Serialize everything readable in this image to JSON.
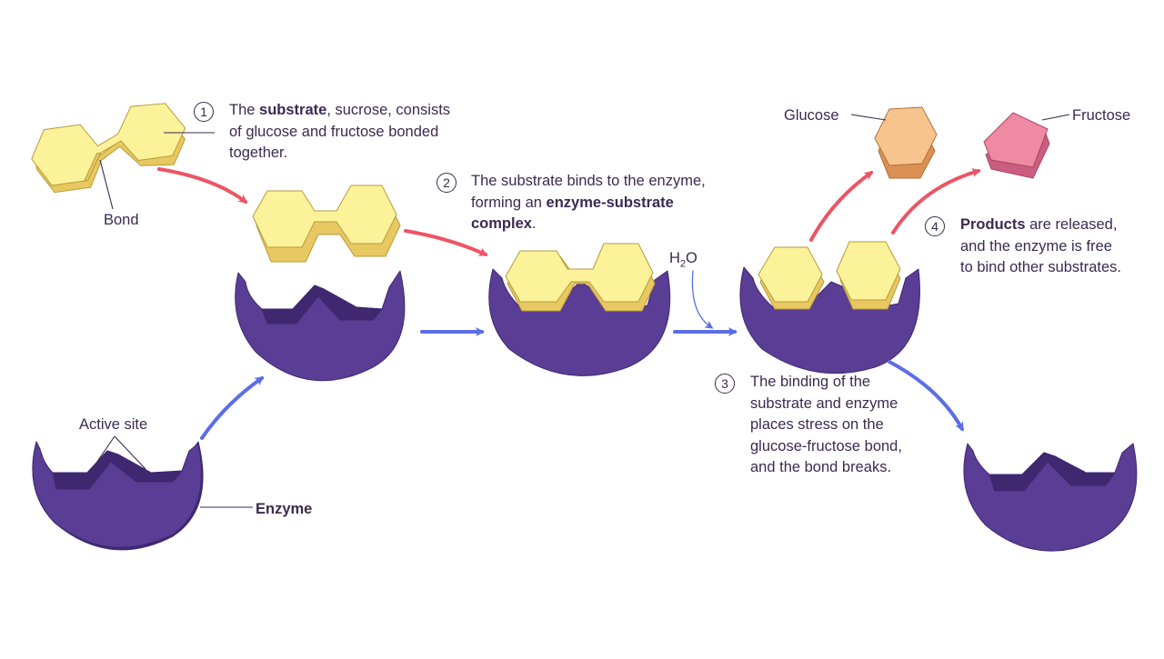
{
  "labels": {
    "bond": "Bond",
    "active_site": "Active site",
    "enzyme": "Enzyme",
    "glucose": "Glucose",
    "fructose": "Fructose",
    "water_h": "H",
    "water_sub": "2",
    "water_o": "O"
  },
  "steps": [
    {
      "number": "1",
      "lines": [
        {
          "parts": [
            {
              "t": "The "
            },
            {
              "t": "substrate",
              "b": true
            },
            {
              "t": ", sucrose, consists"
            }
          ]
        },
        {
          "parts": [
            {
              "t": "of glucose and fructose bonded"
            }
          ]
        },
        {
          "parts": [
            {
              "t": "together."
            }
          ]
        }
      ]
    },
    {
      "number": "2",
      "lines": [
        {
          "parts": [
            {
              "t": "The substrate binds to the enzyme,"
            }
          ]
        },
        {
          "parts": [
            {
              "t": "forming an "
            },
            {
              "t": "enzyme-substrate",
              "b": true
            }
          ]
        },
        {
          "parts": [
            {
              "t": "complex",
              "b": true
            },
            {
              "t": "."
            }
          ]
        }
      ]
    },
    {
      "number": "3",
      "lines": [
        {
          "parts": [
            {
              "t": "The binding of the"
            }
          ]
        },
        {
          "parts": [
            {
              "t": "substrate and enzyme"
            }
          ]
        },
        {
          "parts": [
            {
              "t": "places stress on the"
            }
          ]
        },
        {
          "parts": [
            {
              "t": "glucose-fructose bond,"
            }
          ]
        },
        {
          "parts": [
            {
              "t": "and the bond breaks."
            }
          ]
        }
      ]
    },
    {
      "number": "4",
      "lines": [
        {
          "parts": [
            {
              "t": "Products",
              "b": true
            },
            {
              "t": " are released,"
            }
          ]
        },
        {
          "parts": [
            {
              "t": "and the enzyme is free"
            }
          ]
        },
        {
          "parts": [
            {
              "t": "to bind other substrates."
            }
          ]
        }
      ]
    }
  ],
  "colors": {
    "enzyme": "#5a3d94",
    "enzyme_dark": "#3f2870",
    "enzyme_light": "#7455ad",
    "glucose_top": "#fbf29a",
    "glucose_side": "#e8c860",
    "glucose_product_top": "#f8c48e",
    "glucose_product_side": "#dc8f52",
    "fructose_product_top": "#ee8aa4",
    "fructose_product_side": "#cc5d80",
    "arrow_red": "#ec5565",
    "arrow_blue": "#5b6ee6",
    "text": "#3a2a52"
  }
}
